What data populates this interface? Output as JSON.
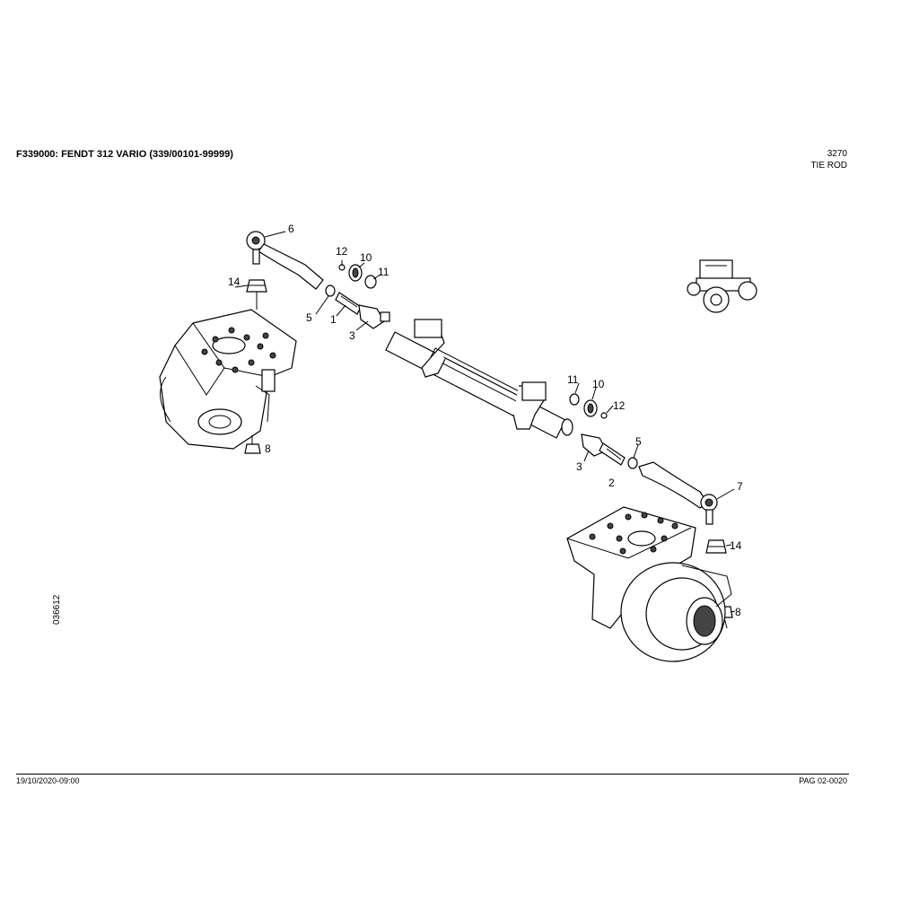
{
  "header": {
    "title": "F339000: FENDT 312 VARIO (339/00101-99999)",
    "group_code": "3270",
    "group_name": "TIE ROD"
  },
  "footer": {
    "date": "19/10/2020-09:00",
    "page": "PAG 02-0020"
  },
  "side_code": "036612",
  "callouts": {
    "c6": "6",
    "c12a": "12",
    "c10a": "10",
    "c11a": "11",
    "c14a": "14",
    "c5a": "5",
    "c1": "1",
    "c3a": "3",
    "c8a": "8",
    "c11b": "11",
    "c10b": "10",
    "c12b": "12",
    "c5b": "5",
    "c3b": "3",
    "c2": "2",
    "c7": "7",
    "c14b": "14",
    "c8b": "8"
  },
  "colors": {
    "ink": "#000000",
    "paper": "#ffffff"
  }
}
